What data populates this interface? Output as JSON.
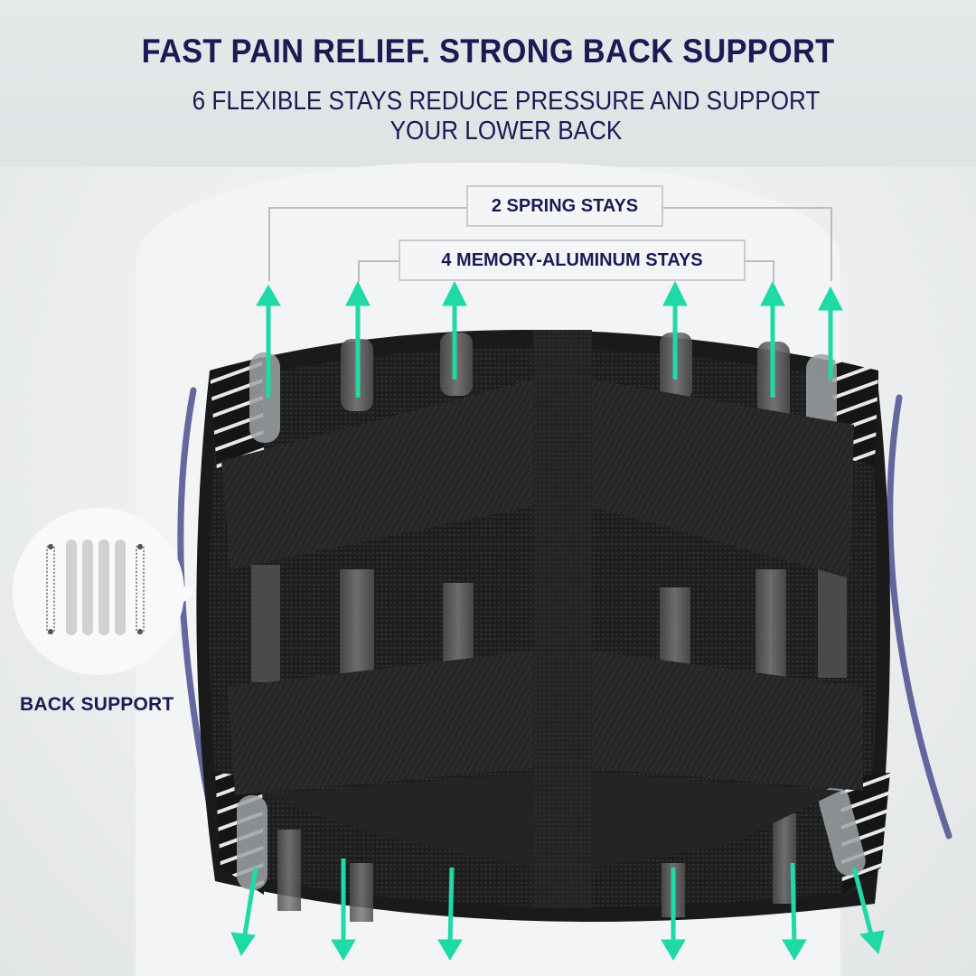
{
  "header": {
    "title": "FAST PAIN RELIEF. STRONG BACK SUPPORT",
    "subtitle": "6 FLEXIBLE STAYS REDUCE PRESSURE AND SUPPORT YOUR LOWER BACK"
  },
  "callouts": {
    "spring_stays": "2 SPRING STAYS",
    "aluminum_stays": "4 MEMORY-ALUMINUM STAYS"
  },
  "inset": {
    "label": "BACK SUPPORT",
    "stays_icon_count": 6
  },
  "colors": {
    "text_navy": "#1b1a55",
    "arrow_teal": "#1fd9a6",
    "belt_black": "#1c1c1c",
    "contour_blue": "#4a4f8e",
    "background": "#eceeef"
  },
  "arrows": {
    "up_count": 6,
    "down_count": 6
  }
}
